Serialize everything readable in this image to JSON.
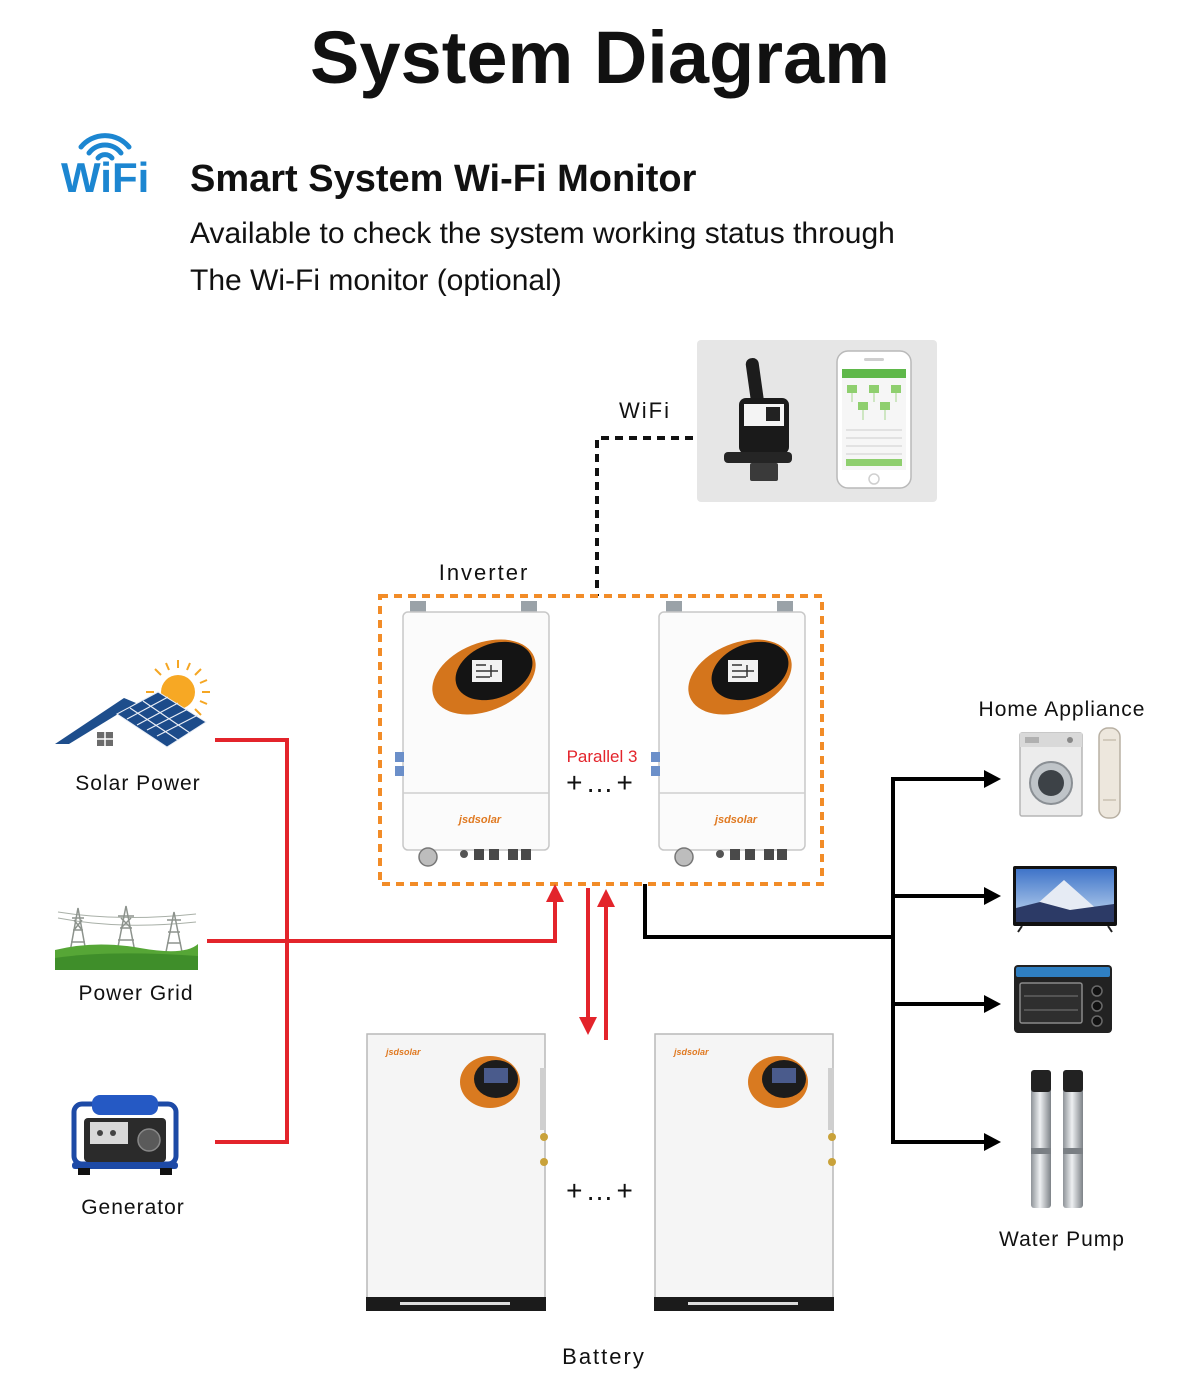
{
  "header": {
    "title": "System Diagram"
  },
  "wifi_section": {
    "logo_text": "WiFi",
    "heading": "Smart System Wi-Fi Monitor",
    "description_lines": [
      "Available to check the system working status through",
      "The Wi-Fi monitor (optional)"
    ]
  },
  "diagram": {
    "wifi_label": "WiFi",
    "inverter_label": "Inverter",
    "parallel_label": "Parallel 3",
    "inverter_series": "+…+",
    "brand": "jsdsolar",
    "sources": [
      {
        "label": "Solar Power",
        "icon": "solar-house-icon"
      },
      {
        "label": "Power Grid",
        "icon": "power-grid-icon"
      },
      {
        "label": "Generator",
        "icon": "generator-icon"
      }
    ],
    "loads": {
      "home_appliance": "Home Appliance",
      "water_pump": "Water Pump",
      "icons": [
        "washing-machine-icon",
        "air-conditioner-icon",
        "tv-icon",
        "oven-icon",
        "water-pump-icon"
      ]
    },
    "battery_label": "Battery",
    "battery_series": "+…+"
  },
  "colors": {
    "ac_line": "#e3242b",
    "load_line": "#000000",
    "inverter_group": "#f28c28",
    "wifi_logo": "#1c86d1",
    "wifi_link": "#111111"
  }
}
